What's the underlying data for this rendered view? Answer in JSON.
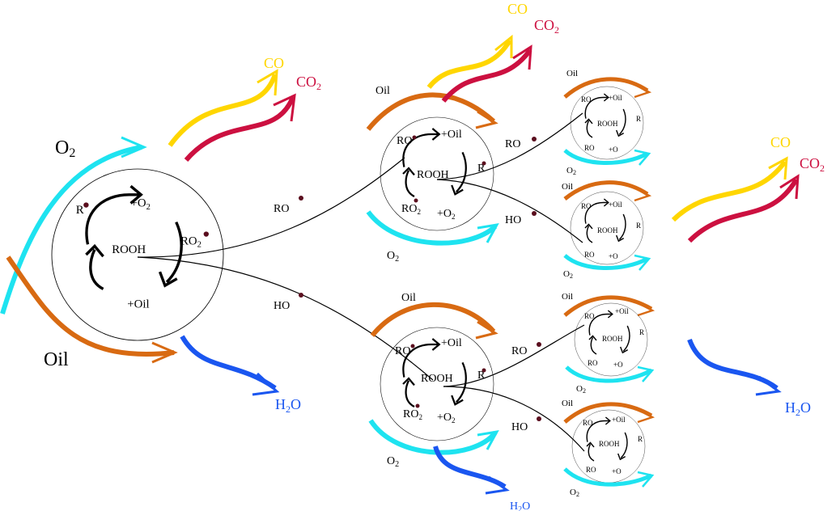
{
  "colors": {
    "oxygen": "#1ee3f0",
    "oil": "#d86a12",
    "co": "#ffd600",
    "co2": "#cc1040",
    "water": "#1a56f0",
    "radical_dot": "#5a0e1e",
    "line": "#000000"
  },
  "labels": {
    "o2": "O",
    "two": "2",
    "oil": "Oil",
    "co": "CO",
    "co2_c": "CO",
    "h2o_h": "H",
    "h2o_o": "O",
    "ro_radical": "RO",
    "ho_radical": "HO",
    "r": "R",
    "rooh": "ROOH",
    "ro2": "RO",
    "plus_o2": "+O",
    "plus_oil": "+Oil"
  }
}
